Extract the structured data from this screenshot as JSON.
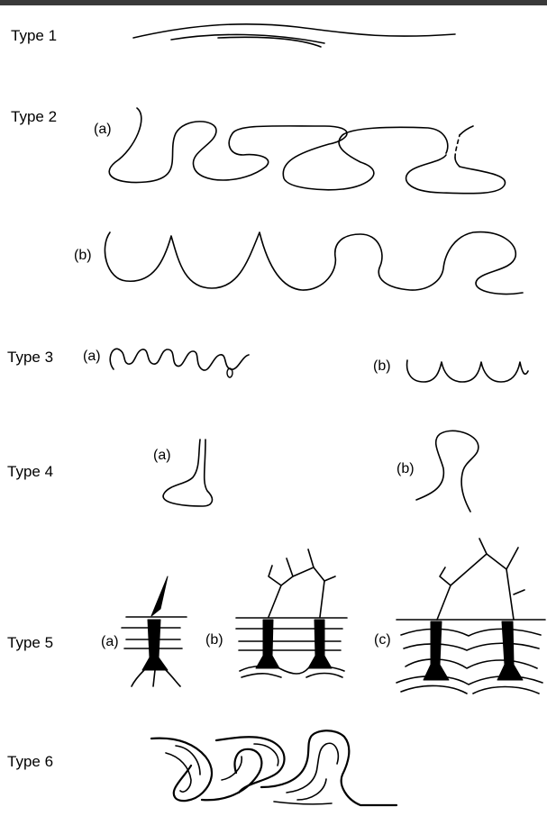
{
  "types": [
    {
      "label": "Type 1"
    },
    {
      "label": "Type 2",
      "subs": [
        "(a)",
        "(b)"
      ]
    },
    {
      "label": "Type 3",
      "subs": [
        "(a)",
        "(b)"
      ]
    },
    {
      "label": "Type 4",
      "subs": [
        "(a)",
        "(b)"
      ]
    },
    {
      "label": "Type 5",
      "subs": [
        "(a)",
        "(b)",
        "(c)"
      ]
    },
    {
      "label": "Type 6"
    }
  ]
}
